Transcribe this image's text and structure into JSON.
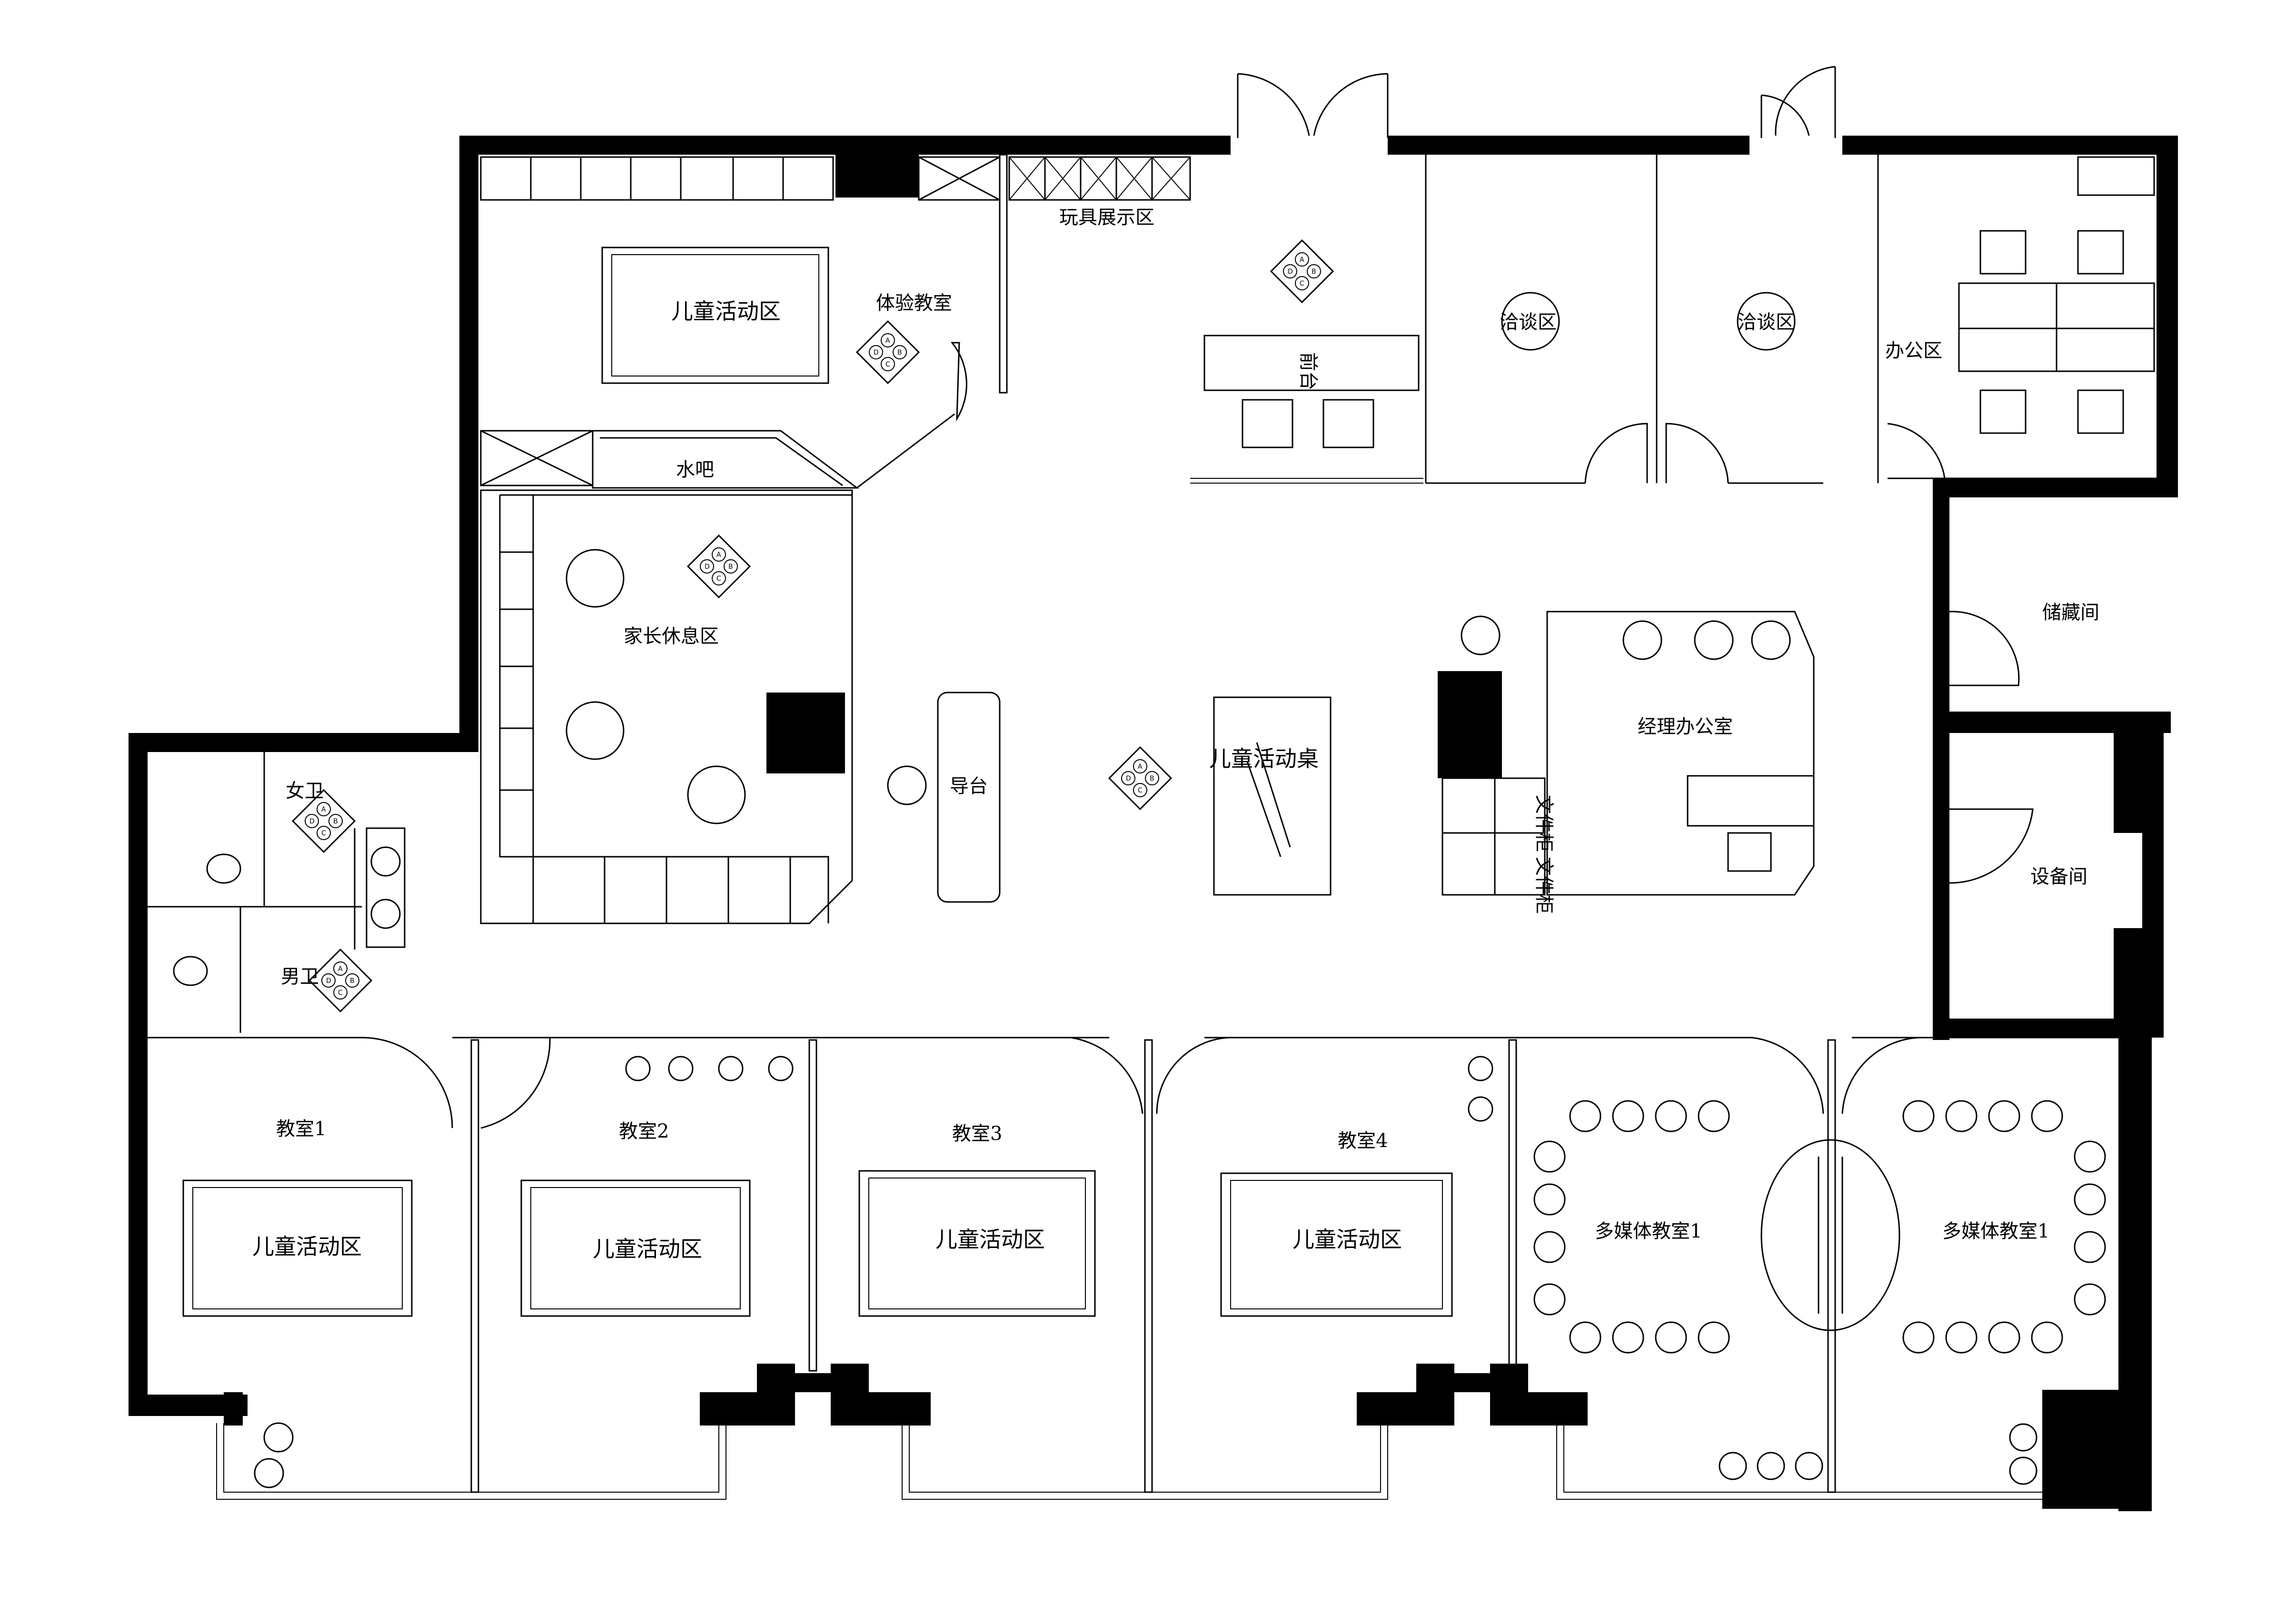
{
  "rooms": {
    "toy_display": "玩具展示区",
    "experience_class": "体验教室",
    "kids_activity": "儿童活动区",
    "front_desk": "前台",
    "negotiation_a": "洽谈区",
    "negotiation_b": "洽谈区",
    "office_area": "办公区",
    "water_bar": "水吧",
    "parent_lounge": "家长休息区",
    "guide_desk": "导台",
    "kids_table": "儿童活动桌",
    "manager_office": "经理办公室",
    "file_cabinet_a": "文件柜",
    "file_cabinet_b": "文件柜",
    "storage": "储藏间",
    "equipment": "设备间",
    "womens_wc": "女卫",
    "mens_wc": "男卫",
    "classroom_1": "教室1",
    "classroom_2": "教室2",
    "classroom_3": "教室3",
    "classroom_4": "教室4",
    "multimedia_1a": "多媒体教室1",
    "multimedia_1b": "多媒体教室1"
  },
  "direction_letters": [
    "A",
    "B",
    "C",
    "D"
  ],
  "colors": {
    "wall": "#000000",
    "line": "#000000",
    "background": "#ffffff"
  }
}
